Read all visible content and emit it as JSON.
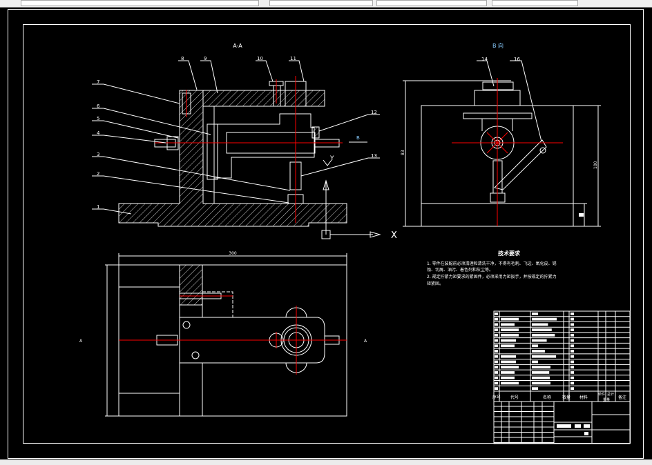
{
  "window": {
    "background": "#000000",
    "line_color": "#ffffff",
    "centerline_color": "#ff0000"
  },
  "views": {
    "section_aa": {
      "title": "A-A",
      "labels": [
        "1",
        "2",
        "3",
        "4",
        "5",
        "6",
        "7",
        "8",
        "9",
        "10",
        "11",
        "12",
        "13"
      ],
      "direction_arrow": "B",
      "axis_x": "X",
      "axis_y": "Y"
    },
    "view_b": {
      "title": "B 向",
      "labels": [
        "14",
        "16"
      ],
      "dim_left": "83",
      "dim_right": "100"
    },
    "plan_view": {
      "dim_top": "300",
      "section_left": "A",
      "section_right": "A"
    }
  },
  "tech_requirements": {
    "title": "技术要求",
    "line1": "1. 零件在装配前必须清理和清洗干净，不得有毛刺、飞边、氧化皮、锈",
    "line2": "蚀、切屑、油污、着色剂和灰尘等。",
    "line3": "2. 规定拧紧力矩要求的紧固件，必须采用力矩扳手，并按规定的拧紧力",
    "line4": "矩紧固。"
  },
  "bom": {
    "headers": {
      "no": "序号",
      "code": "代号",
      "name": "名称",
      "qty": "数量",
      "material": "材料",
      "single": "单件",
      "total": "总计",
      "weight": "重量",
      "remark": "备注"
    }
  }
}
